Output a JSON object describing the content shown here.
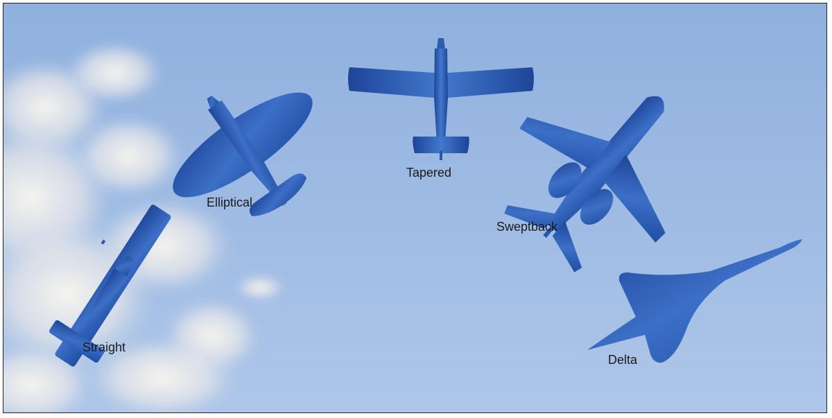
{
  "labels": {
    "straight": "Straight",
    "elliptical": "Elliptical",
    "tapered": "Tapered",
    "sweptback": "Sweptback",
    "delta": "Delta"
  },
  "colors": {
    "sky_top": "#8fb0de",
    "sky_bottom": "#aac3e6",
    "cloud": "#f3f0ea",
    "plane_dark": "#1e4a9c",
    "plane_light": "#3f74c9",
    "border": "#222222",
    "text": "#1a1a1a"
  }
}
